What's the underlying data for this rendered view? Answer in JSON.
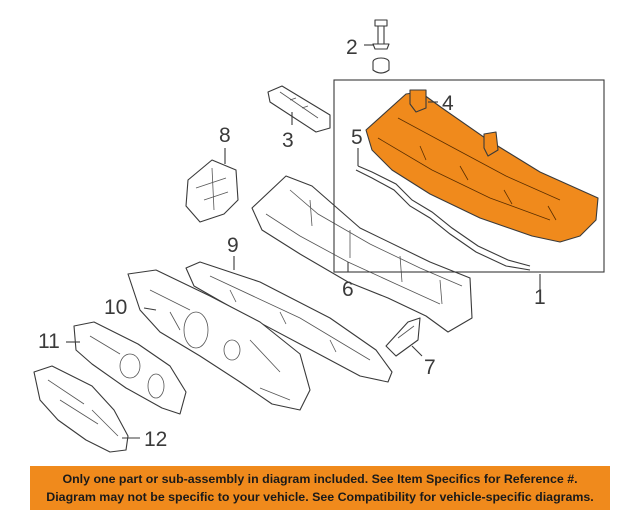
{
  "callouts": {
    "c1": "1",
    "c2": "2",
    "c3": "3",
    "c4": "4",
    "c5": "5",
    "c6": "6",
    "c7": "7",
    "c8": "8",
    "c9": "9",
    "c10": "10",
    "c11": "11",
    "c12": "12"
  },
  "disclaimer": {
    "line1": "Only one part or sub-assembly in diagram included. See Item Specifics for Reference #.",
    "line2": "Diagram may not be specific to your vehicle. See Compatibility for vehicle-specific diagrams."
  },
  "colors": {
    "highlight": "#f08a1c",
    "line": "#3a3a3a",
    "banner": "#f08a1c"
  }
}
